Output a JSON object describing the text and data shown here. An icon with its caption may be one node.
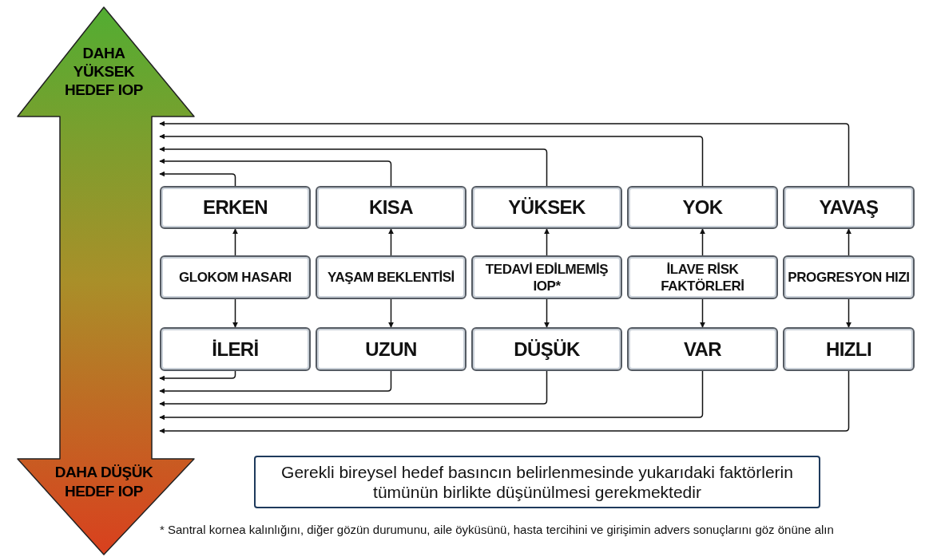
{
  "diagram": {
    "nodes": [
      {
        "text": [
          "DAHA YÜKSEK HEDEF IOP",
          "DAHA DÜŞÜK HEDEF IOP"
        ]
      },
      {
        "text": [
          "ERKEN"
        ]
      },
      {
        "text": [
          "KISA"
        ]
      },
      {
        "text": [
          "YÜKSEK"
        ]
      },
      {
        "text": [
          "YOK"
        ]
      },
      {
        "text": [
          "YAVAŞ"
        ]
      },
      {
        "text": [
          "GLOKOM HASARI"
        ]
      },
      {
        "text": [
          "YAŞAM BEKLENTİSİ"
        ]
      },
      {
        "text": [
          "TEDAVİ EDİLMEMİŞ IOP*"
        ]
      },
      {
        "text": [
          "İLAVE RİSK FAKTÖRLERİ"
        ]
      },
      {
        "text": [
          "PROGRESYON HIZI"
        ]
      },
      {
        "text": [
          "İLERİ"
        ]
      },
      {
        "text": [
          "UZUN"
        ]
      },
      {
        "text": [
          "DÜŞÜK"
        ]
      },
      {
        "text": [
          "VAR"
        ]
      },
      {
        "text": [
          "HIZLI"
        ]
      },
      {
        "text": [
          "Gerekli bireysel hedef basıncın belirlenmesinde yukarıdaki faktörlerin tümünün birlikte düşünülmesi gerekmektedir"
        ]
      }
    ],
    "edges": [
      {
        "from": 6,
        "to": 1,
        "arrow": "to"
      },
      {
        "from": 6,
        "to": 11,
        "arrow": "to"
      },
      {
        "from": 7,
        "to": 2,
        "arrow": "to"
      },
      {
        "from": 7,
        "to": 12,
        "arrow": "to"
      },
      {
        "from": 8,
        "to": 3,
        "arrow": "to"
      },
      {
        "from": 8,
        "to": 13,
        "arrow": "to"
      },
      {
        "from": 9,
        "to": 4,
        "arrow": "to"
      },
      {
        "from": 9,
        "to": 14,
        "arrow": "to"
      },
      {
        "from": 10,
        "to": 5,
        "arrow": "to"
      },
      {
        "from": 10,
        "to": 15,
        "arrow": "to"
      },
      {
        "from": 1,
        "to": 0,
        "arrow": "to"
      },
      {
        "from": 2,
        "to": 0,
        "arrow": "to"
      },
      {
        "from": 3,
        "to": 0,
        "arrow": "to"
      },
      {
        "from": 4,
        "to": 0,
        "arrow": "to"
      },
      {
        "from": 5,
        "to": 0,
        "arrow": "to"
      },
      {
        "from": 11,
        "to": 0,
        "arrow": "to"
      },
      {
        "from": 12,
        "to": 0,
        "arrow": "to"
      },
      {
        "from": 13,
        "to": 0,
        "arrow": "to"
      },
      {
        "from": 14,
        "to": 0,
        "arrow": "to"
      },
      {
        "from": 15,
        "to": 0,
        "arrow": "to"
      }
    ],
    "labels": [
      "* Santral kornea kalınlığını, diğer gözün durumunu, aile öyküsünü, hasta tercihini ve girişimin advers sonuçlarını göz önüne alın"
    ]
  }
}
